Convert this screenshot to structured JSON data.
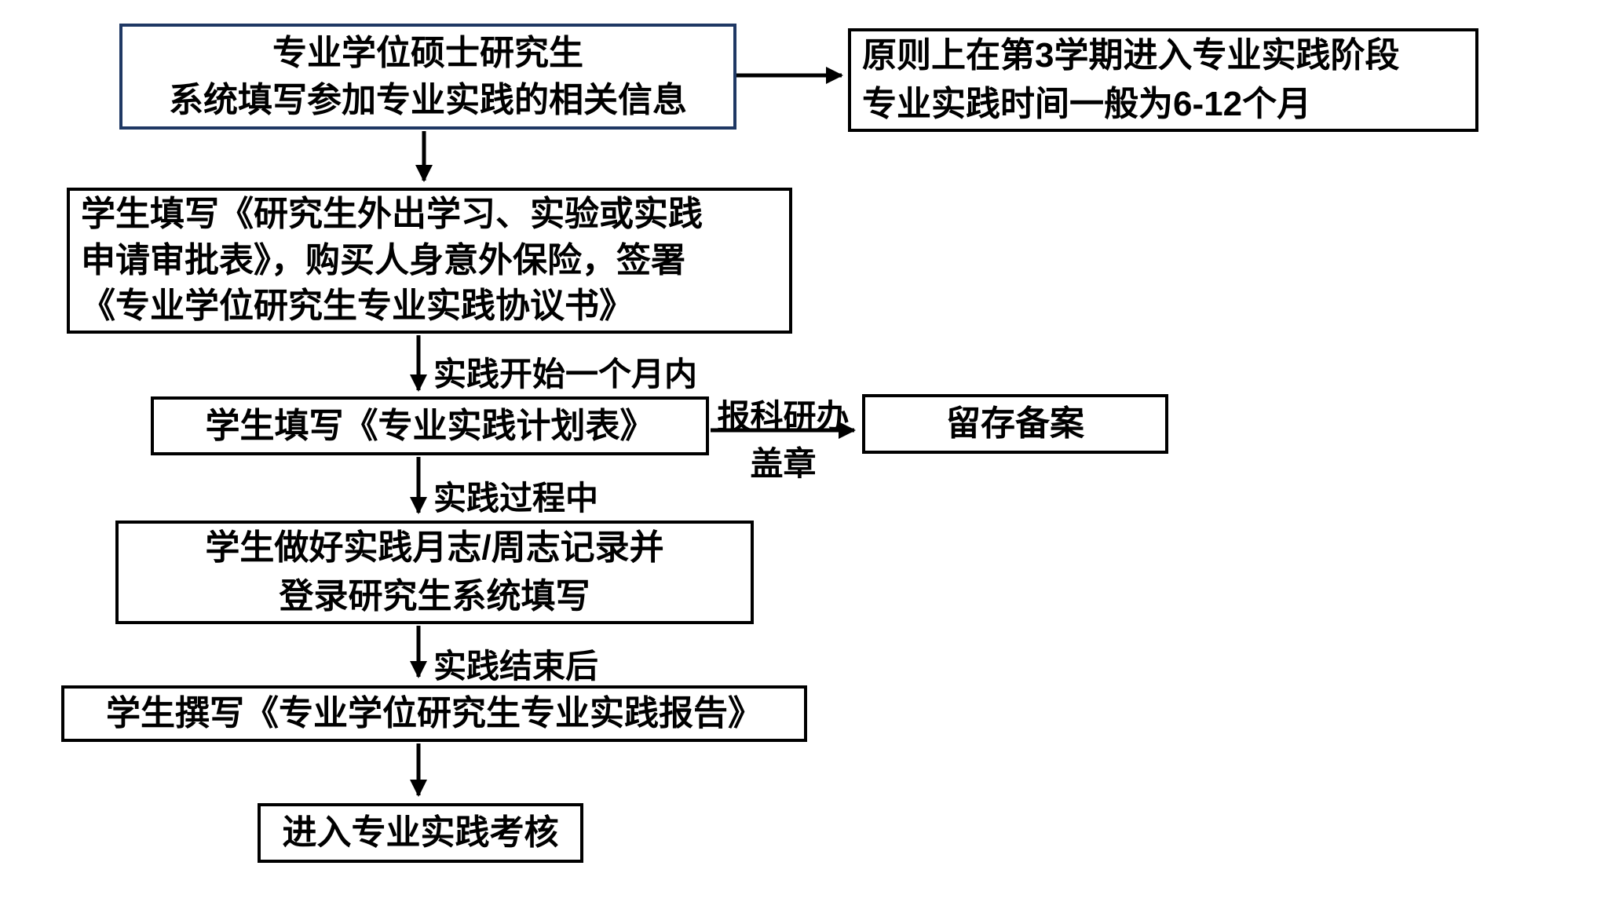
{
  "colors": {
    "background": "#ffffff",
    "text": "#000000",
    "box_border": "#000000",
    "start_box_border": "#1f3864"
  },
  "flowchart": {
    "nodes": [
      {
        "id": "start",
        "lines": [
          "专业学位硕士研究生",
          "系统填写参加专业实践的相关信息"
        ]
      },
      {
        "id": "note",
        "lines": [
          "原则上在第3学期进入专业实践阶段",
          "专业实践时间一般为6-12个月"
        ]
      },
      {
        "id": "apply",
        "lines": [
          "学生填写《研究生外出学习、实验或实践",
          "申请审批表》，购买人身意外保险，签署",
          "《专业学位研究生专业实践协议书》"
        ]
      },
      {
        "id": "plan",
        "lines": [
          "学生填写《专业实践计划表》"
        ]
      },
      {
        "id": "archive",
        "lines": [
          "留存备案"
        ]
      },
      {
        "id": "journal",
        "lines": [
          "学生做好实践月志/周志记录并",
          "登录研究生系统填写"
        ]
      },
      {
        "id": "report",
        "lines": [
          "学生撰写《专业学位研究生专业实践报告》"
        ]
      },
      {
        "id": "assess",
        "lines": [
          "进入专业实践考核"
        ]
      }
    ],
    "edge_labels": {
      "start_month": "实践开始一个月内",
      "during": "实践过程中",
      "after": "实践结束后",
      "submit_top": "报科研办",
      "submit_bottom": "盖章"
    }
  }
}
